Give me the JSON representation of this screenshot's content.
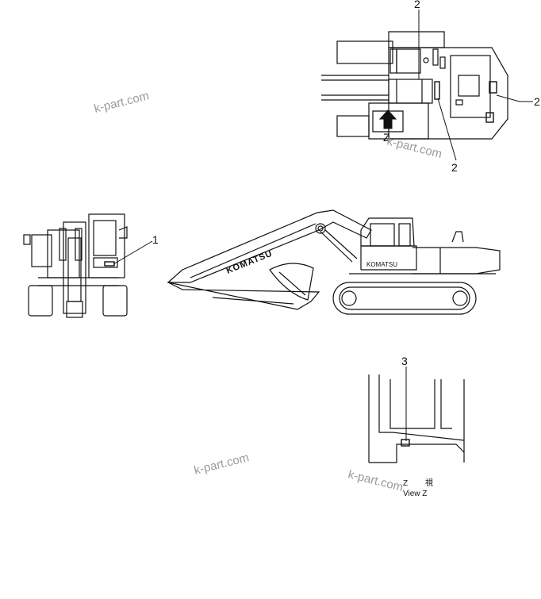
{
  "callouts": {
    "top_label_a": "2",
    "right_label": "2",
    "top_label_b": "2",
    "front_label": "1",
    "cab_label": "3",
    "arrow_label": "Z"
  },
  "machine": {
    "boom_brand": "KOMATSU",
    "cab_brand": "KOMATSU"
  },
  "view_caption": {
    "line1_letter": "Z",
    "line1_kanji": "視",
    "line2": "View  Z"
  },
  "watermarks": [
    "k-part.com",
    "k-part.com",
    "k-part.com",
    "k-part.com"
  ]
}
